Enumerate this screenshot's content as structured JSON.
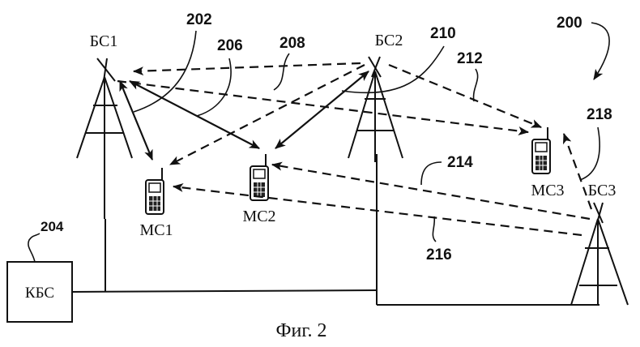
{
  "figure": {
    "caption": "Фиг. 2",
    "system_ref": "200"
  },
  "base_stations": [
    {
      "id": "bs1",
      "label": "БС1"
    },
    {
      "id": "bs2",
      "label": "БС2"
    },
    {
      "id": "bs3",
      "label": "БС3"
    }
  ],
  "mobile_stations": [
    {
      "id": "ms1",
      "label": "МС1"
    },
    {
      "id": "ms2",
      "label": "МС2"
    },
    {
      "id": "ms3",
      "label": "МС3"
    }
  ],
  "controller": {
    "label": "КБС",
    "ref": "204"
  },
  "reference_numerals": {
    "r202": "202",
    "r206": "206",
    "r208": "208",
    "r210": "210",
    "r212": "212",
    "r214": "214",
    "r216": "216",
    "r218": "218"
  },
  "links": [
    {
      "ref": "202",
      "from": "БС1",
      "to": "МС1",
      "style": "solid",
      "direction": "bidirectional"
    },
    {
      "ref": "206",
      "from": "БС1",
      "to": "МС2",
      "style": "solid",
      "direction": "bidirectional"
    },
    {
      "ref": "208",
      "from": "БС2",
      "to": "БС1",
      "style": "dashed",
      "direction": "one-way"
    },
    {
      "ref": "",
      "from": "БС2",
      "to": "МС1",
      "style": "dashed",
      "direction": "one-way"
    },
    {
      "ref": "210",
      "from": "БС2",
      "to": "МС2",
      "style": "solid",
      "direction": "bidirectional"
    },
    {
      "ref": "212",
      "from": "БС2",
      "to": "МС3",
      "style": "dashed",
      "direction": "one-way"
    },
    {
      "ref": "",
      "from": "БС1",
      "to": "МС3",
      "style": "dashed",
      "direction": "one-way"
    },
    {
      "ref": "214",
      "from": "БС3",
      "to": "МС2",
      "style": "dashed",
      "direction": "one-way"
    },
    {
      "ref": "216",
      "from": "БС3",
      "to": "МС1",
      "style": "dashed",
      "direction": "one-way"
    },
    {
      "ref": "218",
      "from": "БС3",
      "to": "МС3",
      "style": "dashed",
      "direction": "one-way"
    }
  ]
}
